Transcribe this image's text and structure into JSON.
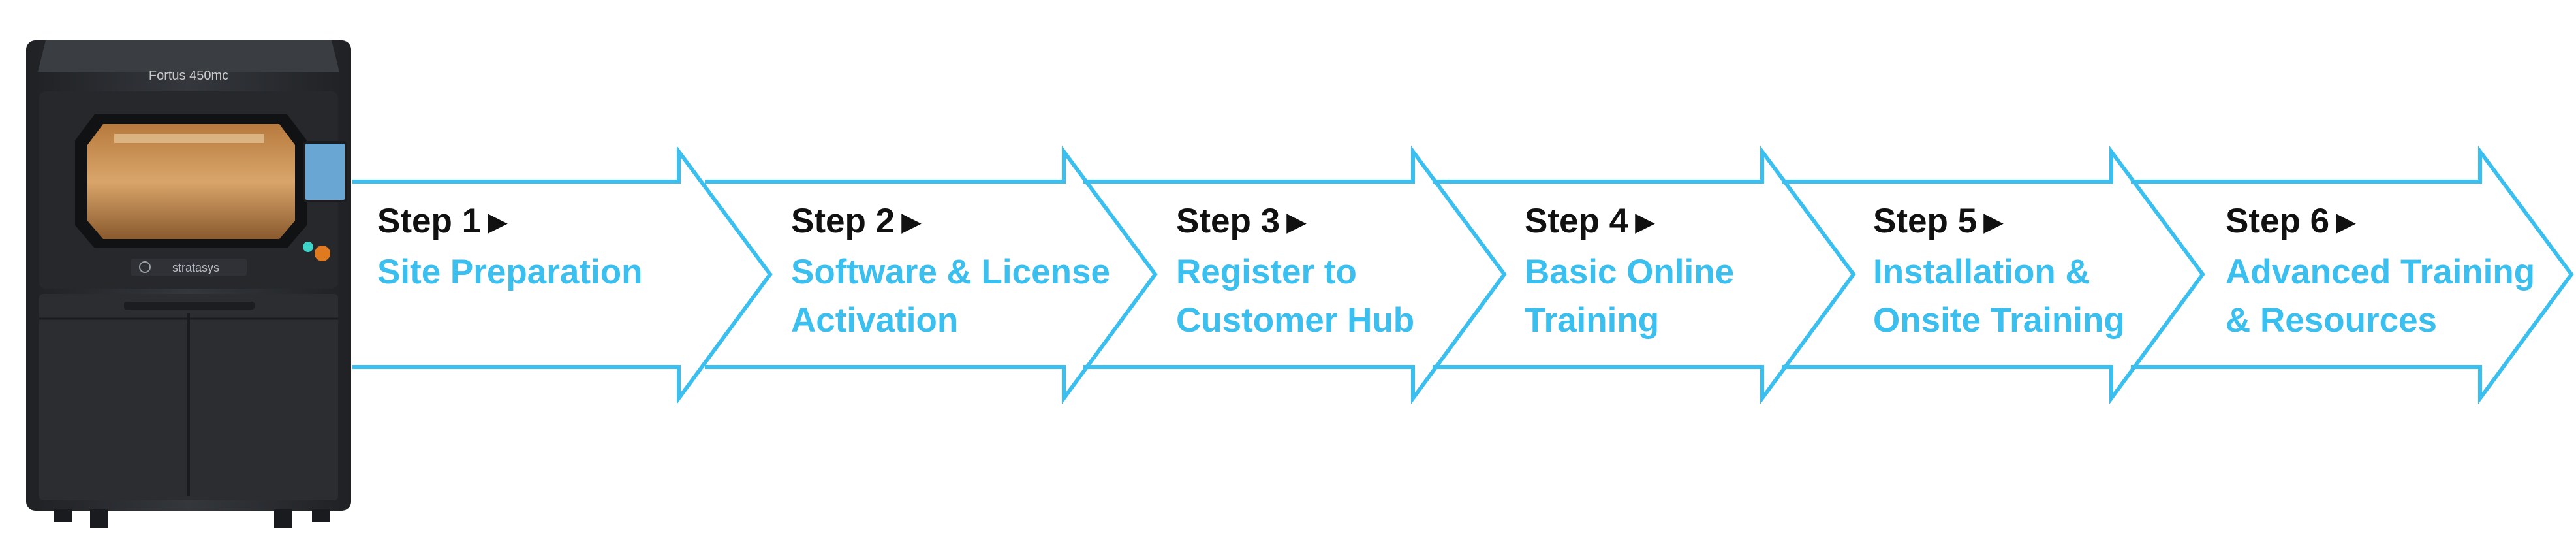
{
  "printer": {
    "model_text": "Fortus 450mc",
    "brand_text": "stratasys"
  },
  "colors": {
    "accent": "#3BBFEF",
    "step_label": "#111111",
    "printer_body": "#2b2d31"
  },
  "steps": [
    {
      "label": "Step 1",
      "indicator": "▶",
      "lines": [
        "Site Preparation"
      ]
    },
    {
      "label": "Step 2",
      "indicator": "▶",
      "lines": [
        "Software & License",
        "Activation"
      ]
    },
    {
      "label": "Step 3",
      "indicator": "▶",
      "lines": [
        "Register to",
        "Customer Hub"
      ]
    },
    {
      "label": "Step 4",
      "indicator": "▶",
      "lines": [
        "Basic Online",
        "Training"
      ]
    },
    {
      "label": "Step 5",
      "indicator": "▶",
      "lines": [
        "Installation &",
        "Onsite Training"
      ]
    },
    {
      "label": "Step 6",
      "indicator": "▶",
      "lines": [
        "Advanced Training",
        "& Resources"
      ]
    }
  ]
}
